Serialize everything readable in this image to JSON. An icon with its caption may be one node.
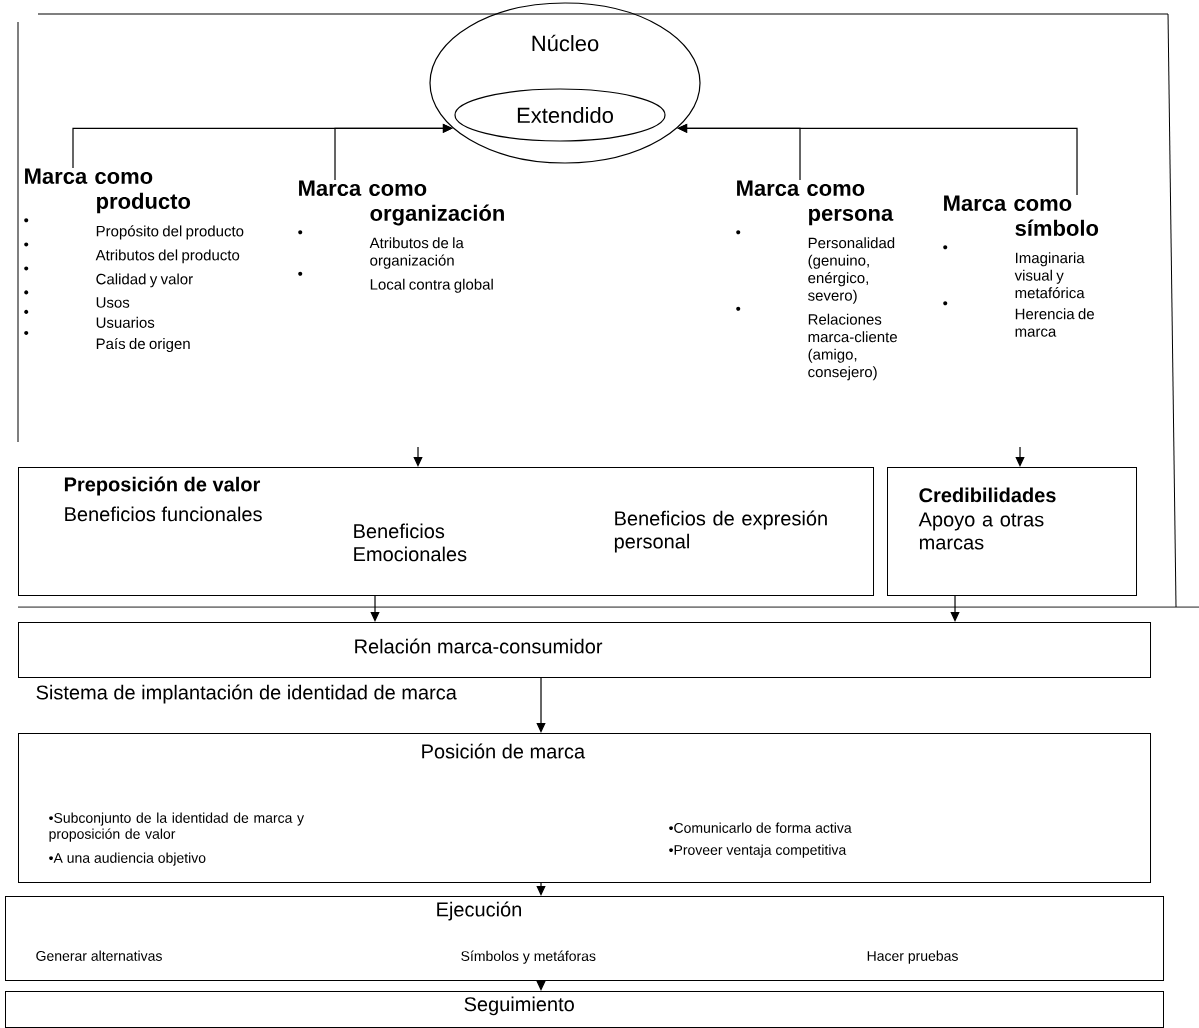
{
  "diagram": {
    "nodes": [
      {
        "text": [
          "Núcleo"
        ]
      },
      {
        "text": [
          "Extendido"
        ],
        "in": 0
      },
      {
        "text": [
          "Marca como producto",
          "Propósito del producto",
          "Atributos del producto",
          "Calidad y valor",
          "Usos",
          "Usuarios",
          "País de origen"
        ]
      },
      {
        "text": [
          "Marca como organización",
          "Atributos de la organización",
          "Local contra global"
        ]
      },
      {
        "text": [
          "Marca como persona",
          "Personalidad (genuino, enérgico, severo)",
          "Relaciones marca-cliente (amigo, consejero)"
        ]
      },
      {
        "text": [
          "Marca como símbolo",
          "Imaginaria visual y metafórica",
          "Herencia de marca"
        ]
      },
      {
        "text": [
          "Preposición de valor",
          "Beneficios funcionales",
          "Beneficios Emocionales",
          "Beneficios de expresión personal"
        ]
      },
      {
        "text": [
          "Credibilidades",
          "Apoyo a otras marcas"
        ]
      },
      {
        "text": [
          "Relación marca-consumidor"
        ]
      },
      {
        "text": [
          "Sistema de implantación de identidad de marca",
          "Posición de marca",
          "•Subconjunto de la identidad de marca y proposición de valor",
          "•A una audiencia objetivo",
          "•Comunicarlo de forma activa",
          "•Proveer ventaja competitiva"
        ]
      },
      {
        "text": [
          "Ejecución",
          "Generar alternativas",
          "Símbolos y metáforas",
          "Hacer pruebas"
        ]
      },
      {
        "text": [
          "Seguimiento"
        ]
      }
    ],
    "edges": [
      {
        "from": 2,
        "to": 0,
        "arrow": "to"
      },
      {
        "from": 3,
        "to": 0,
        "arrow": "to"
      },
      {
        "from": 4,
        "to": 0,
        "arrow": "to"
      },
      {
        "from": 5,
        "to": 0,
        "arrow": "to"
      },
      {
        "from": null,
        "to": 6,
        "arrow": "to"
      },
      {
        "from": null,
        "to": 7,
        "arrow": "to"
      },
      {
        "from": 6,
        "to": 8,
        "arrow": "to"
      },
      {
        "from": 7,
        "to": 8,
        "arrow": "to"
      },
      {
        "from": 8,
        "to": 9,
        "arrow": "to"
      },
      {
        "from": 9,
        "to": 10,
        "arrow": "to"
      },
      {
        "from": 10,
        "to": 11,
        "arrow": "to"
      }
    ],
    "labels": [
      "•",
      "•",
      "•",
      "•",
      "•",
      "•",
      "•",
      "•",
      "•",
      "•",
      "•",
      "•"
    ]
  }
}
